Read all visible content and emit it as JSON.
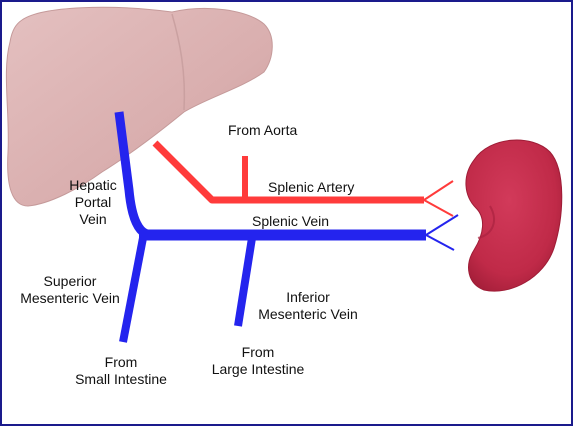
{
  "labels": {
    "from_aorta": "From Aorta",
    "splenic_artery": "Splenic Artery",
    "splenic_vein": "Splenic Vein",
    "hepatic_portal_vein": [
      "Hepatic",
      "Portal",
      "Vein"
    ],
    "superior_mesenteric_vein": [
      "Superior",
      "Mesenteric Vein"
    ],
    "inferior_mesenteric_vein": [
      "Inferior",
      "Mesenteric Vein"
    ],
    "from_small_intestine": [
      "From",
      "Small Intestine"
    ],
    "from_large_intestine": [
      "From",
      "Large Intestine"
    ]
  },
  "colors": {
    "liver": "#ddb3b3",
    "spleen": "#c8324f",
    "artery": "#ff3333",
    "vein": "#2222ee",
    "border": "#1a1a8c"
  }
}
